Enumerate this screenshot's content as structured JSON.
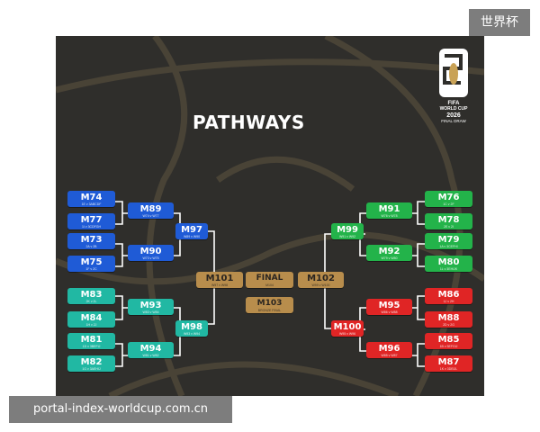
{
  "watermark_top": "世界杯",
  "watermark_bottom": "portal-index-worldcup.com.cn",
  "poster": {
    "title": "PATHWAYS",
    "logo": {
      "mark": "26",
      "lines": [
        "FIFA",
        "WORLD CUP",
        "2026",
        "FINAL DRAW"
      ]
    }
  },
  "matches": {
    "m74": {
      "code": "M74",
      "sub": "1E v 3ABCDF"
    },
    "m77": {
      "code": "M77",
      "sub": "1I v 3CDFGH"
    },
    "m73": {
      "code": "M73",
      "sub": "2A v 2B"
    },
    "m75": {
      "code": "M75",
      "sub": "1F v 2C"
    },
    "m83": {
      "code": "M83",
      "sub": "2K v 2L"
    },
    "m84": {
      "code": "M84",
      "sub": "1H v 2J"
    },
    "m81": {
      "code": "M81",
      "sub": "1D v 3BEFIJ"
    },
    "m82": {
      "code": "M82",
      "sub": "1G v 3AEHIJ"
    },
    "m89": {
      "code": "M89",
      "sub": "W74 v W77"
    },
    "m90": {
      "code": "M90",
      "sub": "W73 v W75"
    },
    "m93": {
      "code": "M93",
      "sub": "W83 v W84"
    },
    "m94": {
      "code": "M94",
      "sub": "W81 v W82"
    },
    "m97": {
      "code": "M97",
      "sub": "W89 v W90"
    },
    "m98": {
      "code": "M98",
      "sub": "W93 v W94"
    },
    "m101": {
      "code": "M101",
      "sub": "W97 v W98"
    },
    "final": {
      "code": "FINAL",
      "sub": "M104"
    },
    "m103": {
      "code": "M103",
      "sub": "BRONZE FINAL"
    },
    "m102": {
      "code": "M102",
      "sub": "W99 v W100"
    },
    "m91": {
      "code": "M91",
      "sub": "W76 v W78"
    },
    "m92": {
      "code": "M92",
      "sub": "W79 v W80"
    },
    "m99": {
      "code": "M99",
      "sub": "W91 v W92"
    },
    "m95": {
      "code": "M95",
      "sub": "W86 v W88"
    },
    "m96": {
      "code": "M96",
      "sub": "W85 v W87"
    },
    "m100": {
      "code": "M100",
      "sub": "W95 v W96"
    },
    "m76": {
      "code": "M76",
      "sub": "1C v 2F"
    },
    "m78": {
      "code": "M78",
      "sub": "2E v 2I"
    },
    "m79": {
      "code": "M79",
      "sub": "1A v 3CEFHI"
    },
    "m80": {
      "code": "M80",
      "sub": "1L v 3EHIJK"
    },
    "m86": {
      "code": "M86",
      "sub": "1J v 2H"
    },
    "m88": {
      "code": "M88",
      "sub": "2D v 2G"
    },
    "m85": {
      "code": "M85",
      "sub": "1B v 3EFGIJ"
    },
    "m87": {
      "code": "M87",
      "sub": "1K v 3DEIJL"
    }
  }
}
